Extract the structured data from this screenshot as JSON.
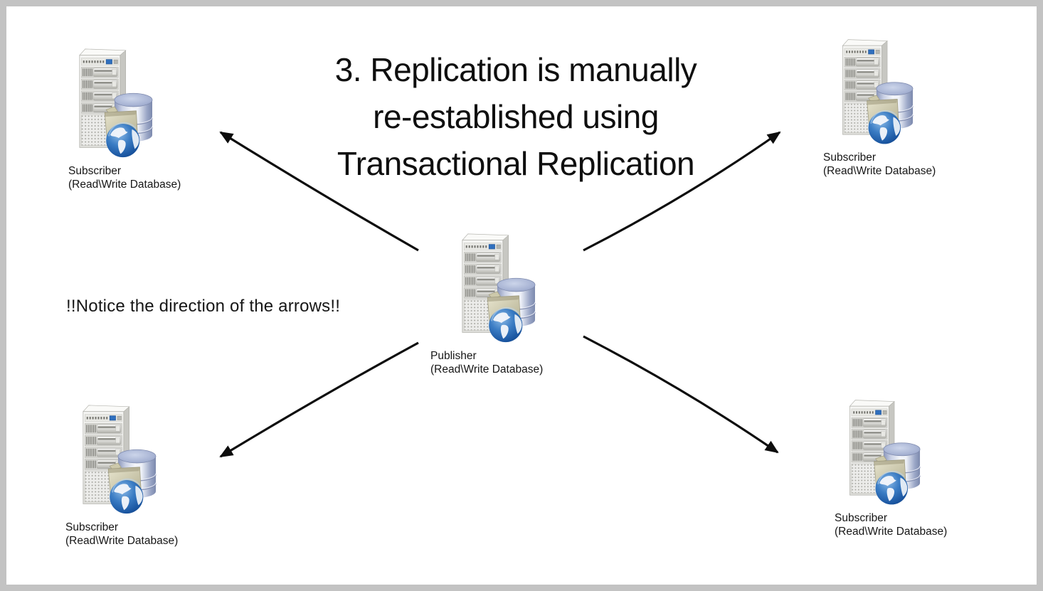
{
  "title": {
    "lines": [
      "3. Replication is manually",
      "re-established using",
      "Transactional Replication"
    ]
  },
  "note": "!!Notice the direction of the arrows!!",
  "nodes": [
    {
      "id": "subscriber-top-left",
      "role": "Subscriber",
      "detail": "(Read\\Write Database)",
      "icon": "server-database-globe-icon"
    },
    {
      "id": "subscriber-top-right",
      "role": "Subscriber",
      "detail": "(Read\\Write Database)",
      "icon": "server-database-globe-icon"
    },
    {
      "id": "publisher-center",
      "role": "Publisher",
      "detail": "(Read\\Write Database)",
      "icon": "server-database-globe-icon"
    },
    {
      "id": "subscriber-bottom-left",
      "role": "Subscriber",
      "detail": "(Read\\Write Database)",
      "icon": "server-database-globe-icon"
    },
    {
      "id": "subscriber-bottom-right",
      "role": "Subscriber",
      "detail": "(Read\\Write Database)",
      "icon": "server-database-globe-icon"
    }
  ],
  "arrows": [
    {
      "from": "publisher-center",
      "to": "subscriber-top-left"
    },
    {
      "from": "publisher-center",
      "to": "subscriber-top-right"
    },
    {
      "from": "publisher-center",
      "to": "subscriber-bottom-left"
    },
    {
      "from": "publisher-center",
      "to": "subscriber-bottom-right"
    }
  ],
  "colors": {
    "arrow": "#0d0d0d",
    "text": "#161616",
    "frame_border": "#c3c3c3",
    "canvas_background": "#ffffff",
    "globe_blue": "#2a6cb8",
    "cylinder_silver_blue": "#9aa6c6",
    "folder_khaki": "#cdc9ab"
  }
}
